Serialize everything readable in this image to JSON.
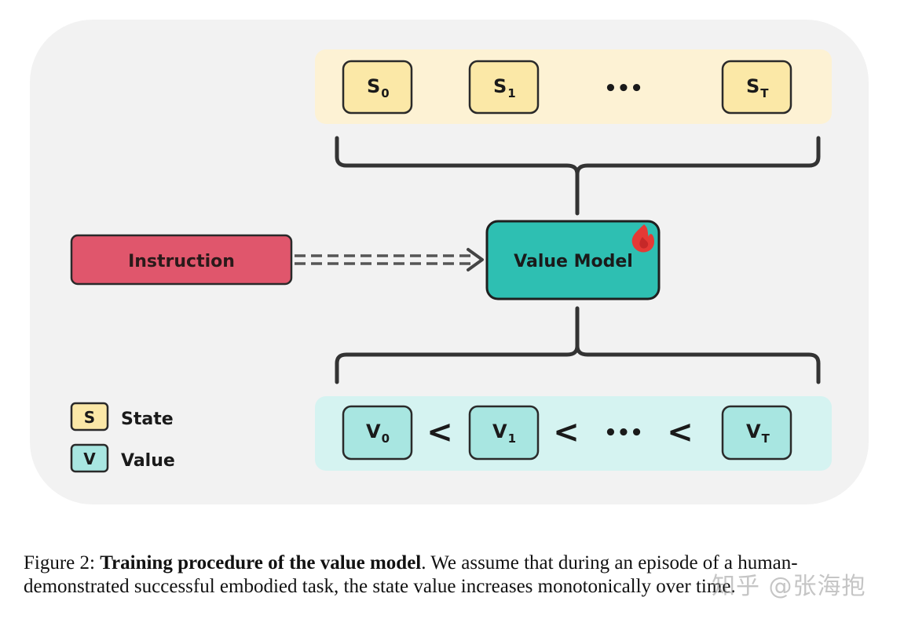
{
  "diagram": {
    "states": [
      {
        "base": "S",
        "sub": "0"
      },
      {
        "base": "S",
        "sub": "1"
      },
      {
        "ellipsis": "•••"
      },
      {
        "base": "S",
        "sub": "T"
      }
    ],
    "values": [
      {
        "base": "V",
        "sub": "0"
      },
      {
        "comparator": "<"
      },
      {
        "base": "V",
        "sub": "1"
      },
      {
        "comparator": "<"
      },
      {
        "ellipsis": "•••"
      },
      {
        "comparator": "<"
      },
      {
        "base": "V",
        "sub": "T"
      }
    ],
    "instruction_label": "Instruction",
    "value_model_label": "Value Model",
    "legend": {
      "state_key": "S",
      "state_label": "State",
      "value_key": "V",
      "value_label": "Value"
    },
    "colors": {
      "state_fill": "#fbe8a7",
      "state_band": "#fdf2d4",
      "value_fill": "#a8e6e1",
      "value_band": "#d5f3f1",
      "instruction_fill": "#e0566c",
      "value_model_fill": "#2ebfb2",
      "flame": "#e53935",
      "panel_bg": "#f2f2f2"
    },
    "icons": {
      "trainable": "flame-icon"
    }
  },
  "caption": {
    "prefix": "Figure 2: ",
    "bold": "Training procedure of the value model",
    "rest_line1": ". We assume that during an episode of a human-",
    "line2": "demonstrated successful embodied task, the state value increases monotonically over time."
  },
  "watermark": "知乎 @张海抱"
}
